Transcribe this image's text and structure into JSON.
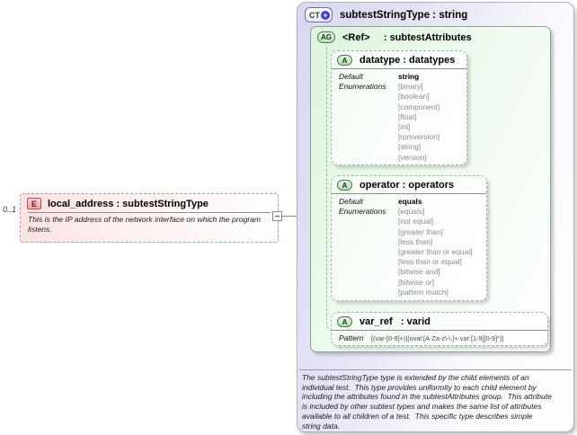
{
  "element": {
    "cardinality": "0..1",
    "badge": "E",
    "title": "local_address : subtestStringType",
    "description": "This is the IP address of the network interface on which the program\nlistens."
  },
  "complex_type": {
    "badge": "CT",
    "badge_plus": "+",
    "title": "subtestStringType : string",
    "attribute_group": {
      "badge": "AG",
      "title": "<Ref>     : subtestAttributes",
      "attributes": [
        {
          "badge": "A",
          "title": "datatype : datatypes",
          "default_label": "Default",
          "enumerations_label": "Enumerations",
          "default": "string",
          "enumerations": [
            "[binary]",
            "[boolean]",
            "[component]",
            "[float]",
            "[int]",
            "[rpmversion]",
            "[string]",
            "[version]"
          ]
        },
        {
          "badge": "A",
          "title": "operator : operators",
          "default_label": "Default",
          "enumerations_label": "Enumerations",
          "default": "equals",
          "enumerations": [
            "[equals]",
            "[not equal]",
            "[greater than]",
            "[less than]",
            "[greater than or equal]",
            "[less than or equal]",
            "[bitwise and]",
            "[bitwise or]",
            "[pattern match]"
          ]
        },
        {
          "badge": "A",
          "title": "var_ref   : varid",
          "pattern_label": "Pattern",
          "pattern": "[(var-[0-9]+)|(oval:[A-Za-z\\-\\.]+:var:[1-9][0-9]*)]"
        }
      ]
    },
    "documentation": "The subtestStringType type is extended by the child elements of an\nindividual test.  This type provides uniformity to each child element by\nincluding the attributes found in the subtestAttributes group.  This attribute\nis included by other subtest types and makes the same list of attributes\navailable to all children of a test.  This specific type describes simple\nstring data."
  }
}
